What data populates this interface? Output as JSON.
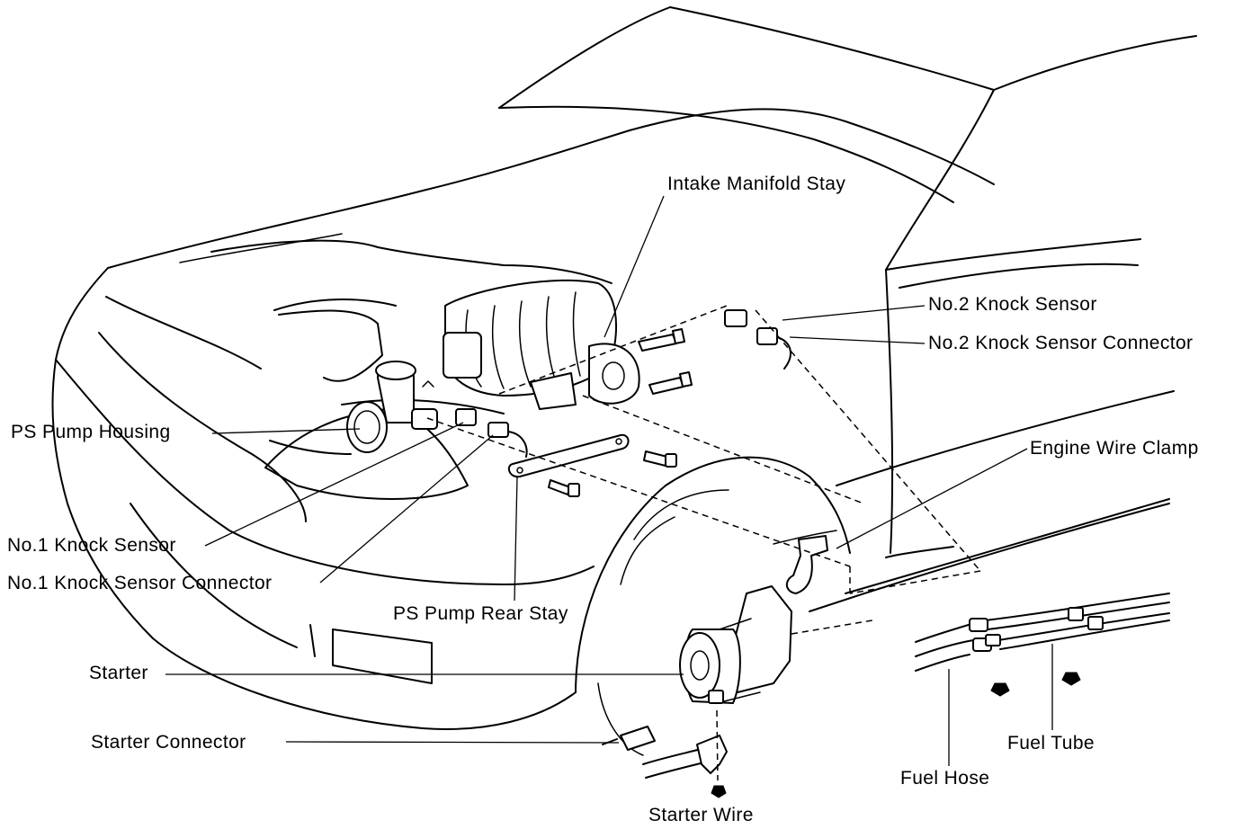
{
  "labels": {
    "intake_manifold_stay": "Intake Manifold Stay",
    "no2_knock_sensor": "No.2 Knock Sensor",
    "no2_knock_sensor_connector": "No.2 Knock Sensor Connector",
    "ps_pump_housing": "PS Pump Housing",
    "engine_wire_clamp": "Engine Wire Clamp",
    "no1_knock_sensor": "No.1 Knock Sensor",
    "no1_knock_sensor_connector": "No.1 Knock Sensor Connector",
    "ps_pump_rear_stay": "PS Pump Rear Stay",
    "starter": "Starter",
    "starter_connector": "Starter Connector",
    "starter_wire": "Starter Wire",
    "fuel_tube": "Fuel Tube",
    "fuel_hose": "Fuel Hose"
  }
}
